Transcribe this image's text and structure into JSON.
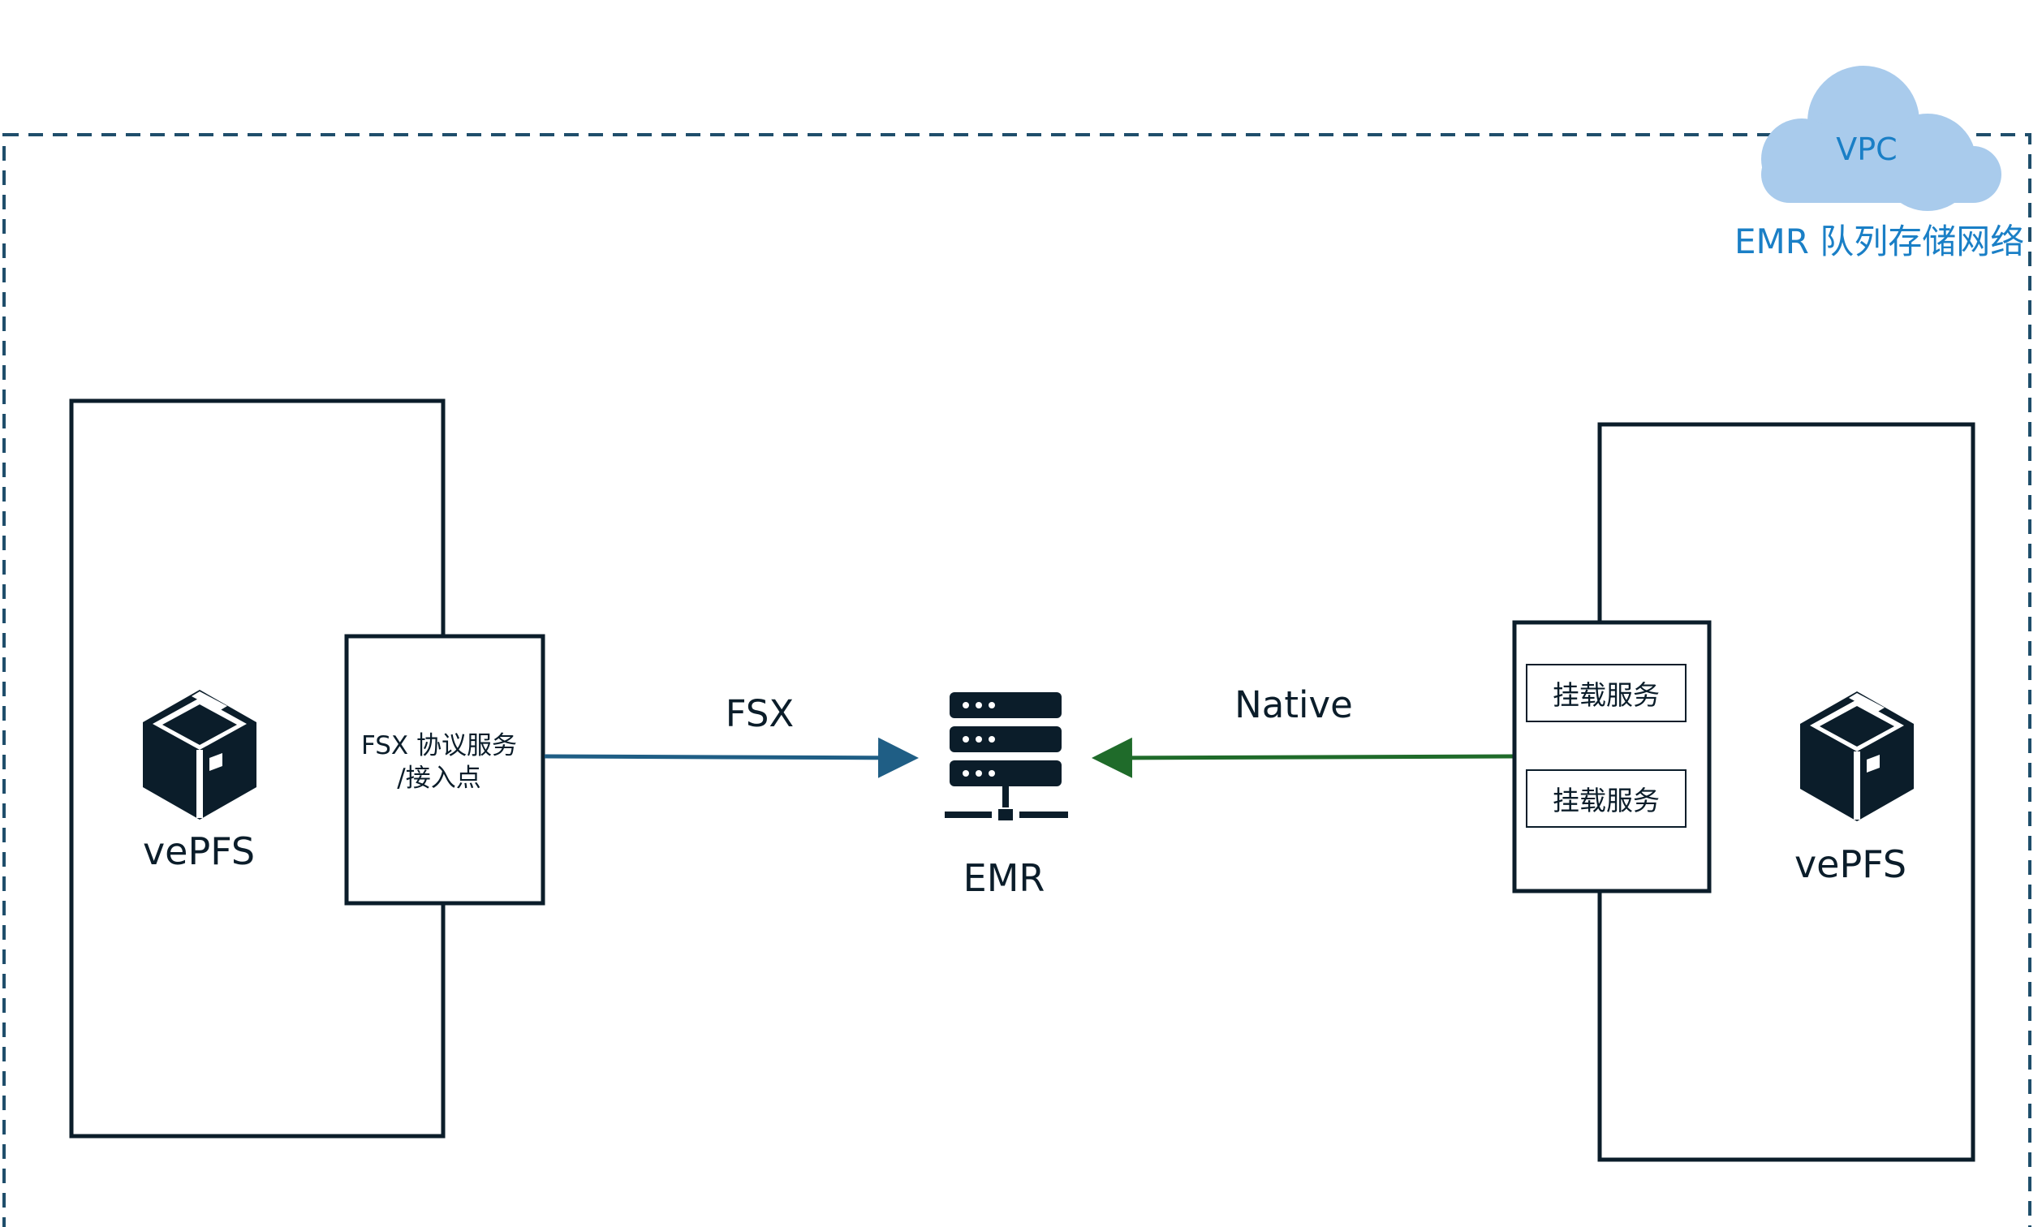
{
  "vpc": {
    "icon": "cloud-icon",
    "label": "VPC",
    "caption": "EMR 队列存储网络",
    "color": "#1a7fc6"
  },
  "left_store": {
    "icon": "package-box-icon",
    "label": "vePFS"
  },
  "fsx_gateway": {
    "lines": [
      "FSX 协议服务",
      "/接入点"
    ]
  },
  "emr": {
    "icon": "server-icon",
    "label": "EMR"
  },
  "edges": {
    "fsx": {
      "label": "FSX",
      "color": "#1f5e85"
    },
    "native": {
      "label": "Native",
      "color": "#1f6b2a"
    }
  },
  "mount_services": [
    "挂载服务",
    "挂载服务"
  ],
  "right_store": {
    "icon": "package-box-icon",
    "label": "vePFS"
  },
  "colors": {
    "ink": "#0b1d2a",
    "cloud": "#a9cbec"
  }
}
